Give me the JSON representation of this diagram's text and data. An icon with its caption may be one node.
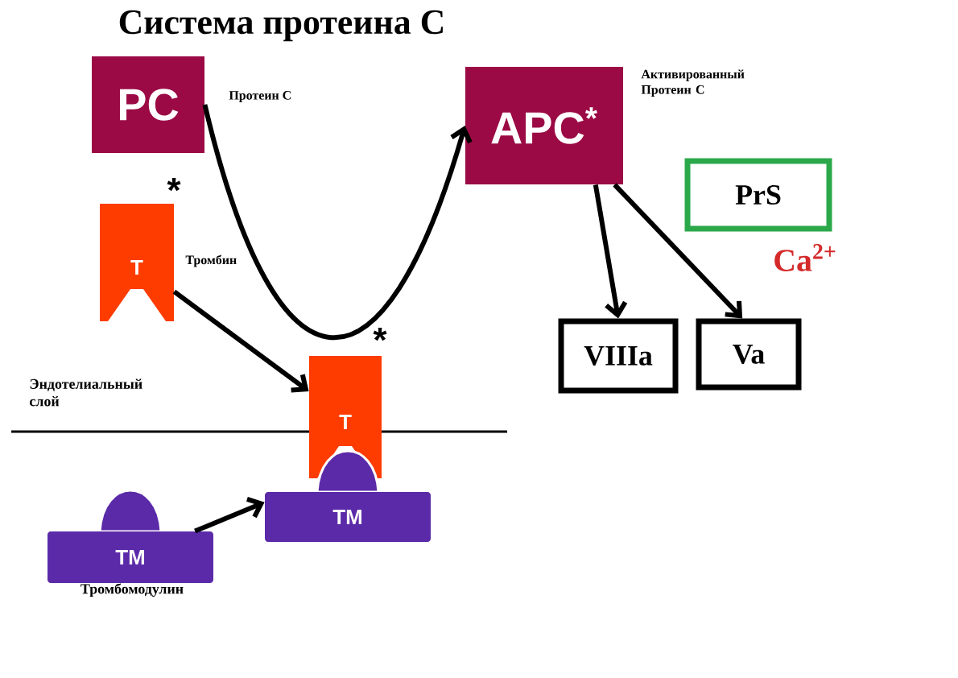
{
  "diagram": {
    "title": "Система протеина С",
    "nodes": [
      {
        "text": [
          "PC"
        ],
        "beside": [
          "Протеин С"
        ]
      },
      {
        "text": [
          "T"
        ],
        "beside": [
          "*",
          "Тромбин"
        ]
      },
      {
        "text": [
          "APC$^{*}$"
        ],
        "beside": [
          "Активированный Протеин С"
        ]
      },
      {
        "text": [
          "PrS"
        ]
      },
      {
        "text": [
          "VIIIa"
        ]
      },
      {
        "text": [
          "Va"
        ]
      },
      {
        "text": [
          "T"
        ],
        "beside": [
          "*"
        ]
      },
      {
        "text": [
          "TM"
        ]
      },
      {
        "text": [
          "TM"
        ],
        "beside": [
          "Тромбомодулин"
        ]
      }
    ],
    "edges": [
      {
        "from": 0,
        "to": 2,
        "arrow": "to"
      },
      {
        "from": 1,
        "to": 6,
        "arrow": "to"
      },
      {
        "from": 8,
        "to": 7,
        "arrow": "to"
      },
      {
        "from": 2,
        "to": 4,
        "arrow": "to"
      },
      {
        "from": 2,
        "to": 5,
        "arrow": "to"
      }
    ],
    "labels": [
      "Ca$^{2+}$",
      "Эндотелиальный слой"
    ]
  }
}
